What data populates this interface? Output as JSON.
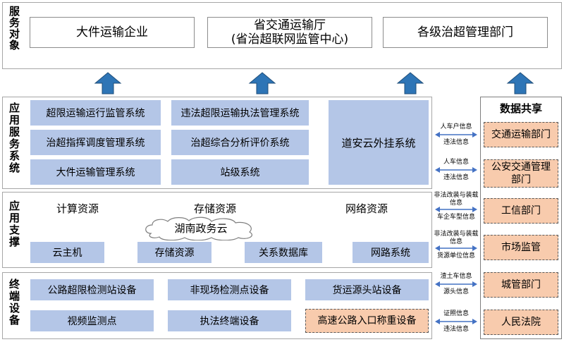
{
  "service": {
    "label": "服务对象",
    "boxes": [
      "大件运输企业",
      "省交通运输厅",
      "(省治超联网监管中心)",
      "各级治超管理部门"
    ]
  },
  "app": {
    "label": "应用服务系统",
    "systems": [
      "超限运输运行监管系统",
      "违法超限运输执法管理系统",
      "治超指挥调度管理系统",
      "治超综合分析评价系统",
      "大件运输管理系统",
      "站级系统",
      "道安云外挂系统"
    ]
  },
  "support": {
    "label": "应用支撑",
    "resources": [
      "计算资源",
      "存储资源",
      "网络资源"
    ],
    "cloud": "湖南政务云",
    "items": [
      "云主机",
      "存储资源",
      "关系数据库",
      "网路系统"
    ]
  },
  "terminal": {
    "label": "终端设备",
    "devices": [
      "公路超限检测站设备",
      "非现场检测点设备",
      "货运源头站设备",
      "视频监测点",
      "执法终端设备",
      "高速公路入口称重设备"
    ]
  },
  "share": {
    "title": "数据共享",
    "departments": [
      "交通运输部门",
      "公安交通管理部门",
      "工信部门",
      "市场监管",
      "城管部门",
      "人民法院"
    ]
  },
  "flows": [
    {
      "top": "人车户信息",
      "bottom": "违法信息"
    },
    {
      "top": "人车信息",
      "bottom": "违法信息"
    },
    {
      "top": "非法改装与装载信息",
      "bottom": "车企车型信息"
    },
    {
      "top": "非法改装与装载信息",
      "bottom": "货源单位信息"
    },
    {
      "top": "渣土车信息",
      "bottom": "源头信息"
    },
    {
      "top": "证照信息",
      "bottom": "违法信息"
    }
  ],
  "colors": {
    "blue": "#b4c6e7",
    "orange": "#f8cbad",
    "arrow": "#2e75b6",
    "flow_arrow": "#4472c4"
  }
}
